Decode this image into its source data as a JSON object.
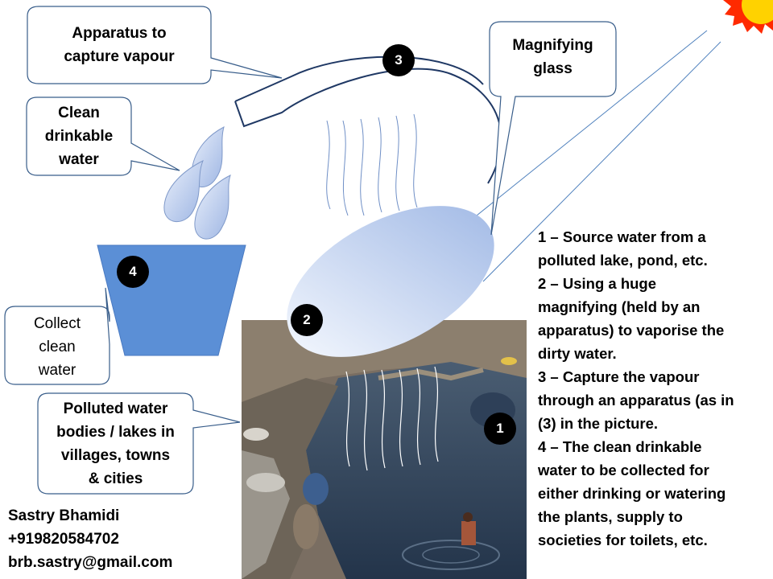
{
  "callouts": {
    "apparatus": "Apparatus to\ncapture vapour",
    "magnifying": "Magnifying\nglass",
    "clean_water": "Clean\ndrinkable\nwater",
    "collect": "Collect\nclean\nwater",
    "polluted": "Polluted water\nbodies / lakes in\nvillages, towns\n& cities"
  },
  "markers": [
    "1",
    "2",
    "3",
    "4"
  ],
  "steps": [
    "1 – Source water from a\npolluted lake, pond, etc.",
    "2 – Using a huge\nmagnifying (held by an\napparatus) to vaporise the\ndirty water.",
    "3 – Capture the vapour\nthrough an apparatus (as in\n(3) in the picture.",
    "4 – The clean drinkable\nwater to be collected for\neither drinking or watering\nthe plants, supply to\nsocieties for toilets, etc."
  ],
  "contact": {
    "name": "Sastry Bhamidi",
    "phone": "+919820584702",
    "email": "brb.sastry@gmail.com"
  },
  "colors": {
    "bucket": "#5B8FD6",
    "lens_light": "#eef3fc",
    "lens_dark": "#a9bfe8",
    "ray_line": "#4f81bd",
    "sun": "#f5a800",
    "marker": "#000000"
  }
}
